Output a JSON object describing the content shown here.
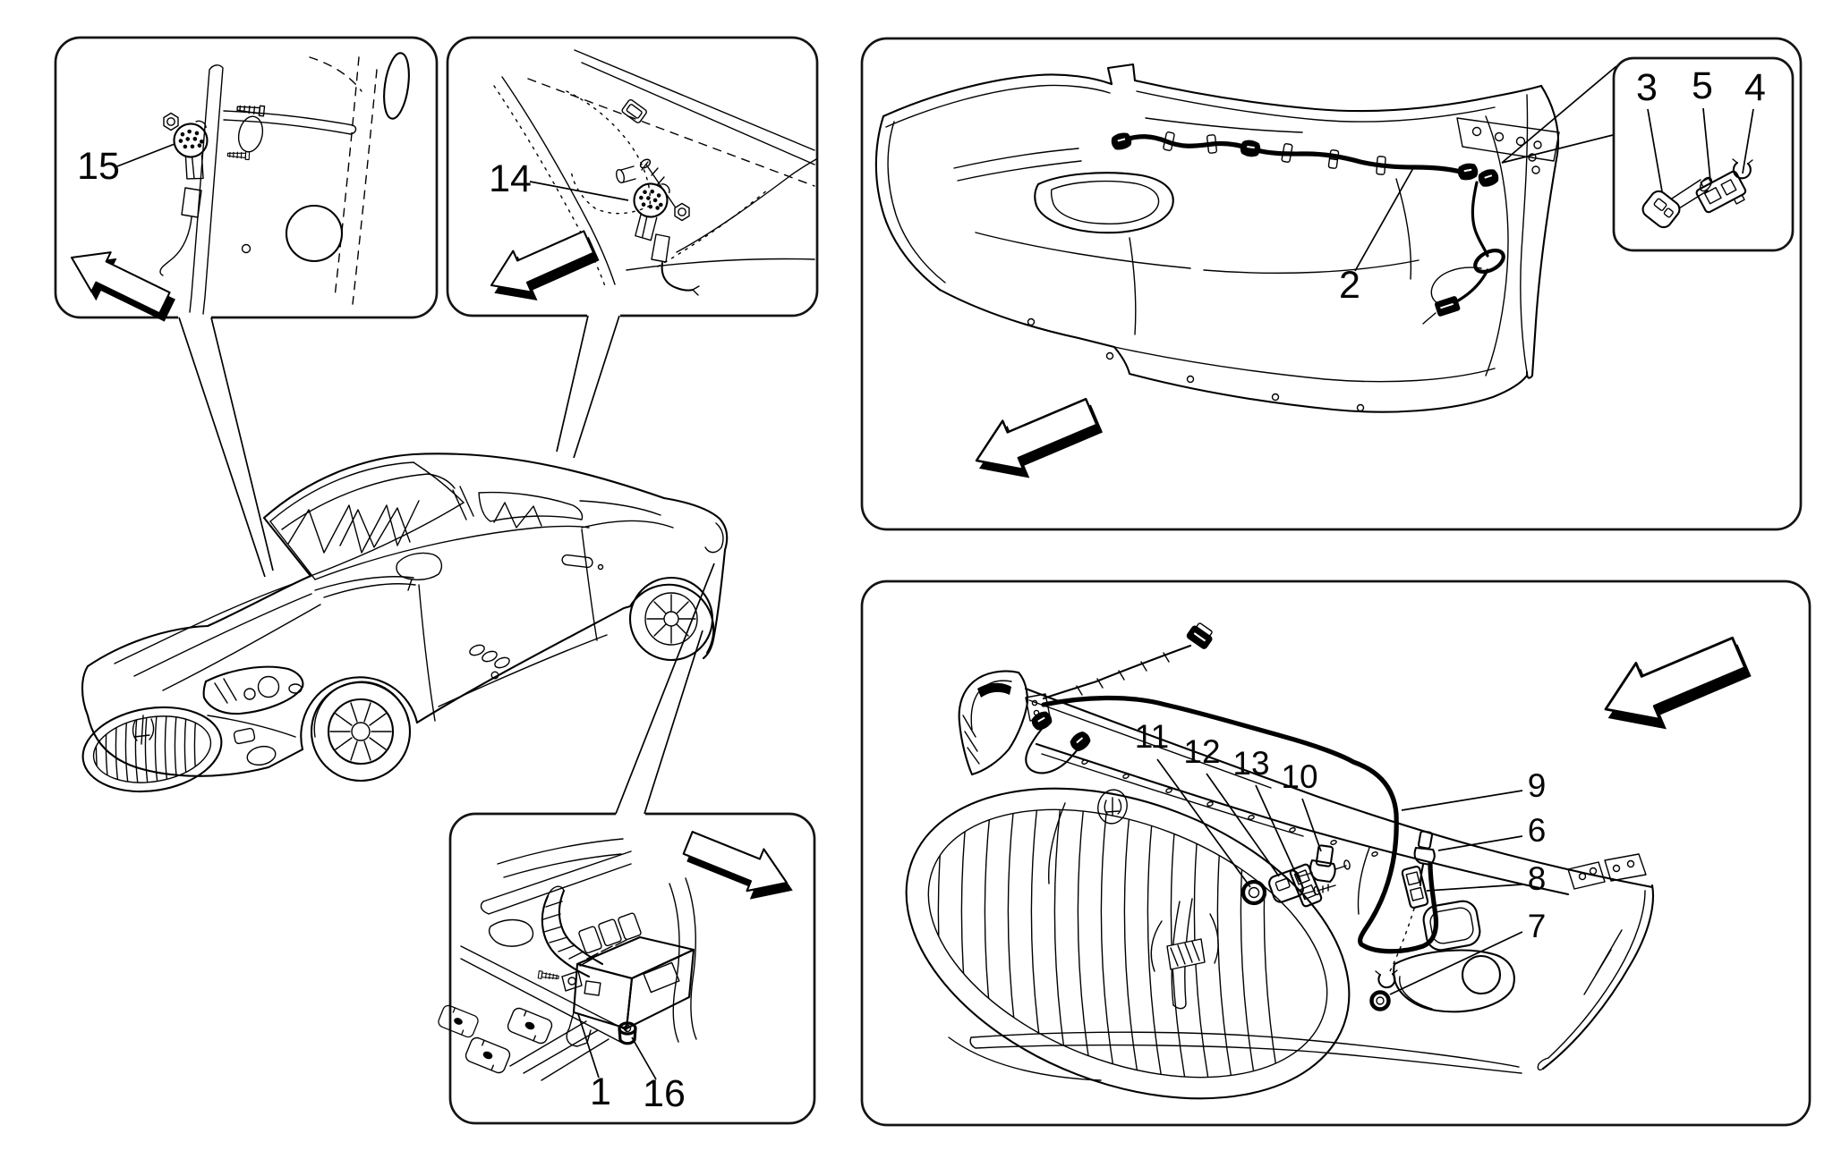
{
  "canvas": {
    "background": "#ffffff",
    "ink": "#000000"
  },
  "panels": {
    "door_buzzer": {
      "callouts": {
        "buzzer": "15"
      }
    },
    "dash_buzzer": {
      "callouts": {
        "buzzer": "14"
      }
    },
    "rear_bumper": {
      "callouts": {
        "harness": "2"
      },
      "inset": {
        "callouts": {
          "sensor": "3",
          "holder": "5",
          "ring": "4"
        }
      }
    },
    "ecu": {
      "callouts": {
        "control_unit": "1",
        "nut": "16"
      }
    },
    "front_bumper": {
      "callouts": {
        "harness": "9",
        "center_ring": "11",
        "center_sensor": "12",
        "center_holder": "13",
        "center_elbow": "10",
        "side_elbow": "6",
        "side_holder": "8",
        "side_ring": "7"
      }
    }
  }
}
